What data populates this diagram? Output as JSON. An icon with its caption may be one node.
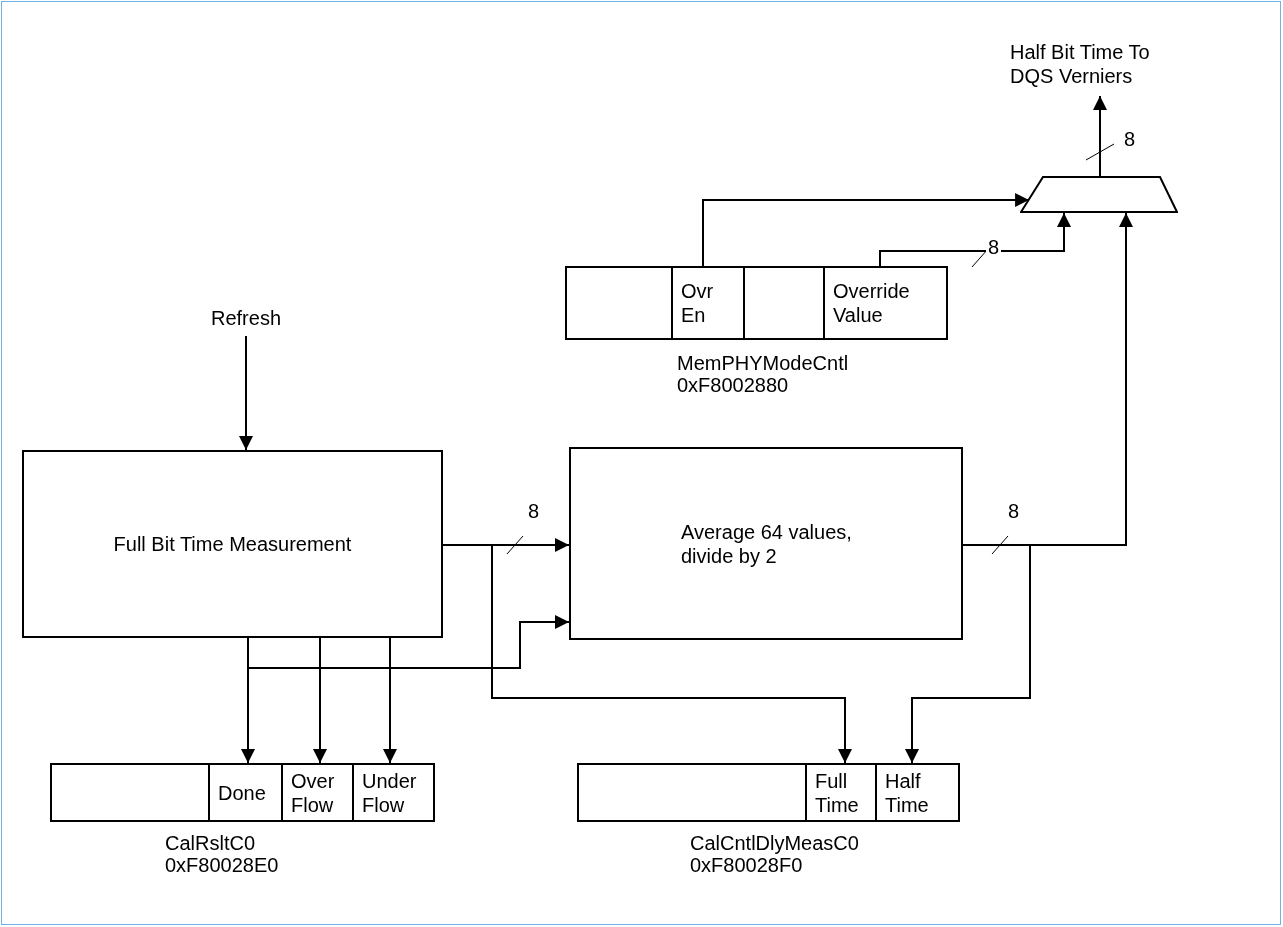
{
  "diagram": {
    "nodes": [
      {
        "text": [
          "Half Bit Time To DQS Verniers"
        ]
      },
      {
        "text": [],
        "shape": "trapezoid"
      },
      {
        "text": [],
        "shape": "box",
        "beside": [
          "MemPHYModeCntl",
          "0xF8002880"
        ]
      },
      {
        "text": [],
        "shape": "box",
        "in": 2
      },
      {
        "text": [
          "Ovr En"
        ],
        "in": 2
      },
      {
        "text": [],
        "shape": "box",
        "in": 2
      },
      {
        "text": [
          "Override Value"
        ],
        "in": 2
      },
      {
        "text": [
          "Refresh"
        ]
      },
      {
        "text": [
          "Full Bit Time Measurement"
        ]
      },
      {
        "text": [
          "Average 64 values, divide by 2"
        ]
      },
      {
        "text": [],
        "shape": "box",
        "beside": [
          "CalRsltC0",
          "0xF80028E0"
        ]
      },
      {
        "text": [],
        "shape": "box",
        "in": 10
      },
      {
        "text": [
          "Done"
        ],
        "in": 10
      },
      {
        "text": [
          "Over Flow"
        ],
        "in": 10
      },
      {
        "text": [
          "Under Flow"
        ],
        "in": 10
      },
      {
        "text": [],
        "shape": "box",
        "beside": [
          "CalCntlDlyMeasC0",
          "0xF80028F0"
        ]
      },
      {
        "text": [],
        "shape": "box",
        "in": 15
      },
      {
        "text": [
          "Full Time"
        ],
        "in": 15
      },
      {
        "text": [
          "Half Time"
        ],
        "in": 15
      }
    ],
    "edges": [
      {
        "from": 1,
        "to": 0,
        "arrow": "to",
        "label": "8"
      },
      {
        "from": 4,
        "to": 1,
        "arrow": "to"
      },
      {
        "from": 6,
        "to": 1,
        "arrow": "to",
        "label": "8"
      },
      {
        "from": 7,
        "to": 8,
        "arrow": "to"
      },
      {
        "from": 8,
        "to": 9,
        "arrow": "to",
        "label": "8"
      },
      {
        "from": 8,
        "to": 12,
        "arrow": "to"
      },
      {
        "from": 8,
        "to": 13,
        "arrow": "to"
      },
      {
        "from": 8,
        "to": 14,
        "arrow": "to"
      },
      {
        "from": 8,
        "to": 9,
        "arrow": "to"
      },
      {
        "from": 8,
        "to": 17,
        "arrow": "to"
      },
      {
        "from": 9,
        "to": 1,
        "arrow": "to",
        "label": "8"
      },
      {
        "from": 9,
        "to": 18,
        "arrow": "to"
      }
    ]
  }
}
